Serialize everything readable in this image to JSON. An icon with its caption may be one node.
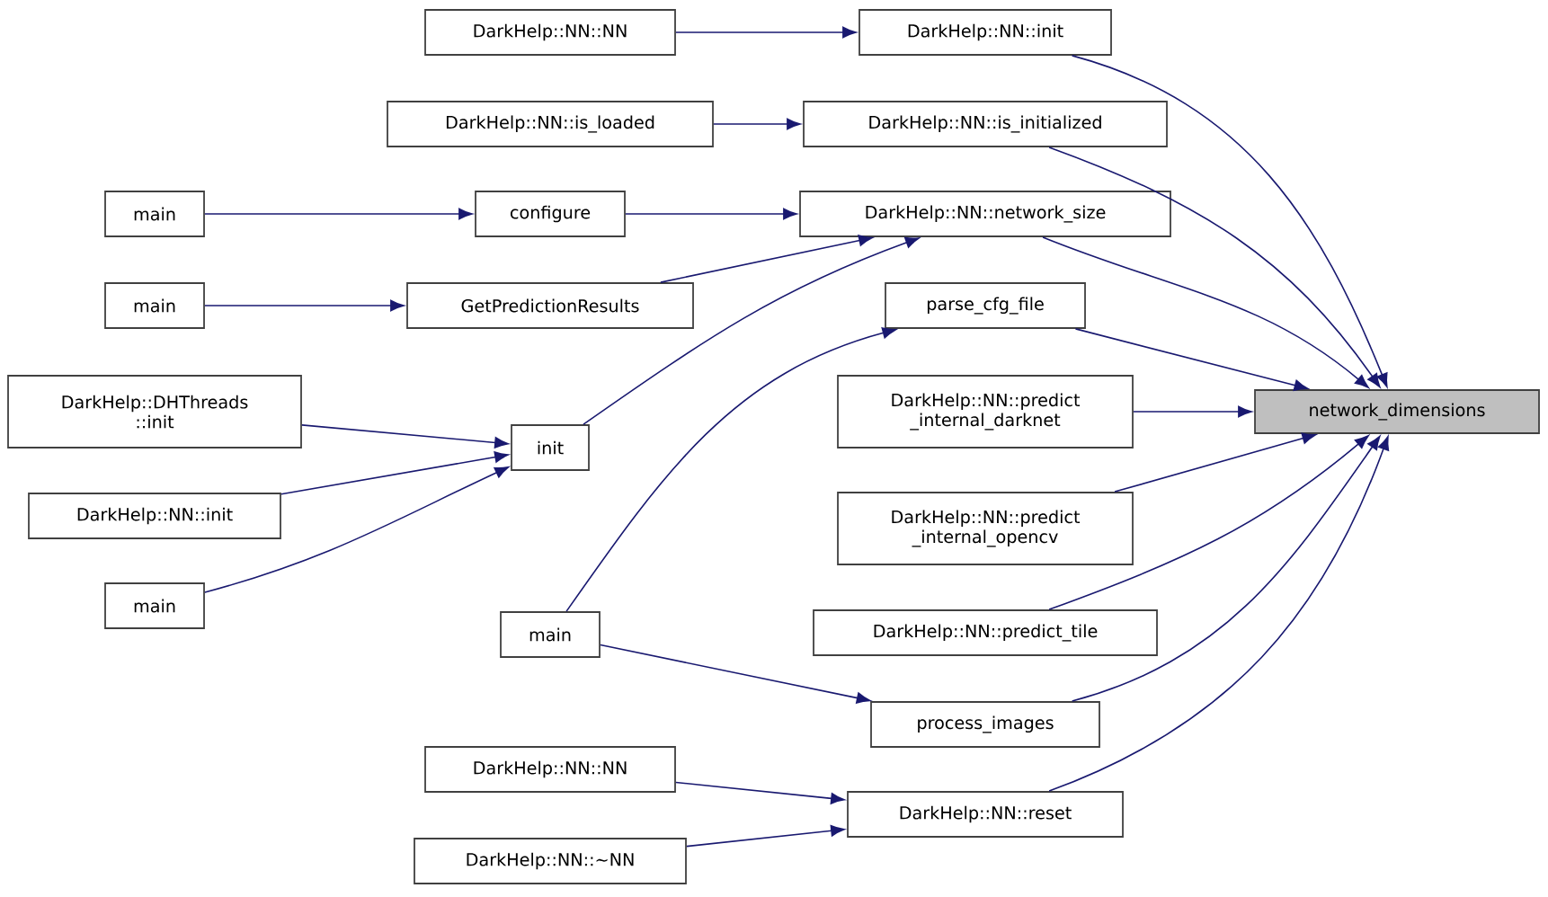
{
  "diagram": {
    "nodes": [
      {
        "text": [
          "network_dimensions"
        ]
      },
      {
        "text": [
          "DarkHelp::NN::init"
        ]
      },
      {
        "text": [
          "DarkHelp::NN::NN"
        ]
      },
      {
        "text": [
          "DarkHelp::NN::is_initialized"
        ]
      },
      {
        "text": [
          "DarkHelp::NN::is_loaded"
        ]
      },
      {
        "text": [
          "DarkHelp::NN::network_size"
        ]
      },
      {
        "text": [
          "configure"
        ]
      },
      {
        "text": [
          "main"
        ]
      },
      {
        "text": [
          "GetPredictionResults"
        ]
      },
      {
        "text": [
          "main"
        ]
      },
      {
        "text": [
          "init"
        ]
      },
      {
        "text": [
          "DarkHelp::DHThreads ::init"
        ]
      },
      {
        "text": [
          "DarkHelp::NN::init"
        ]
      },
      {
        "text": [
          "main"
        ]
      },
      {
        "text": [
          "parse_cfg_file"
        ]
      },
      {
        "text": [
          "DarkHelp::NN::predict _internal_darknet"
        ]
      },
      {
        "text": [
          "DarkHelp::NN::predict _internal_opencv"
        ]
      },
      {
        "text": [
          "DarkHelp::NN::predict_tile"
        ]
      },
      {
        "text": [
          "main"
        ]
      },
      {
        "text": [
          "process_images"
        ]
      },
      {
        "text": [
          "DarkHelp::NN::reset"
        ]
      },
      {
        "text": [
          "DarkHelp::NN::NN"
        ]
      },
      {
        "text": [
          "DarkHelp::NN::~NN"
        ]
      }
    ],
    "edges": [
      {
        "from": 1,
        "to": 0,
        "arrow": "to"
      },
      {
        "from": 3,
        "to": 0,
        "arrow": "to"
      },
      {
        "from": 5,
        "to": 0,
        "arrow": "to"
      },
      {
        "from": 14,
        "to": 0,
        "arrow": "to"
      },
      {
        "from": 15,
        "to": 0,
        "arrow": "to"
      },
      {
        "from": 16,
        "to": 0,
        "arrow": "to"
      },
      {
        "from": 17,
        "to": 0,
        "arrow": "to"
      },
      {
        "from": 19,
        "to": 0,
        "arrow": "to"
      },
      {
        "from": 20,
        "to": 0,
        "arrow": "to"
      },
      {
        "from": 2,
        "to": 1,
        "arrow": "to"
      },
      {
        "from": 4,
        "to": 3,
        "arrow": "to"
      },
      {
        "from": 6,
        "to": 5,
        "arrow": "to"
      },
      {
        "from": 8,
        "to": 5,
        "arrow": "to"
      },
      {
        "from": 10,
        "to": 5,
        "arrow": "to"
      },
      {
        "from": 7,
        "to": 6,
        "arrow": "to"
      },
      {
        "from": 9,
        "to": 8,
        "arrow": "to"
      },
      {
        "from": 11,
        "to": 10,
        "arrow": "to"
      },
      {
        "from": 12,
        "to": 10,
        "arrow": "to"
      },
      {
        "from": 13,
        "to": 10,
        "arrow": "to"
      },
      {
        "from": 18,
        "to": 14,
        "arrow": "to"
      },
      {
        "from": 18,
        "to": 19,
        "arrow": "to"
      },
      {
        "from": 21,
        "to": 20,
        "arrow": "to"
      },
      {
        "from": 22,
        "to": 20,
        "arrow": "to"
      }
    ]
  }
}
